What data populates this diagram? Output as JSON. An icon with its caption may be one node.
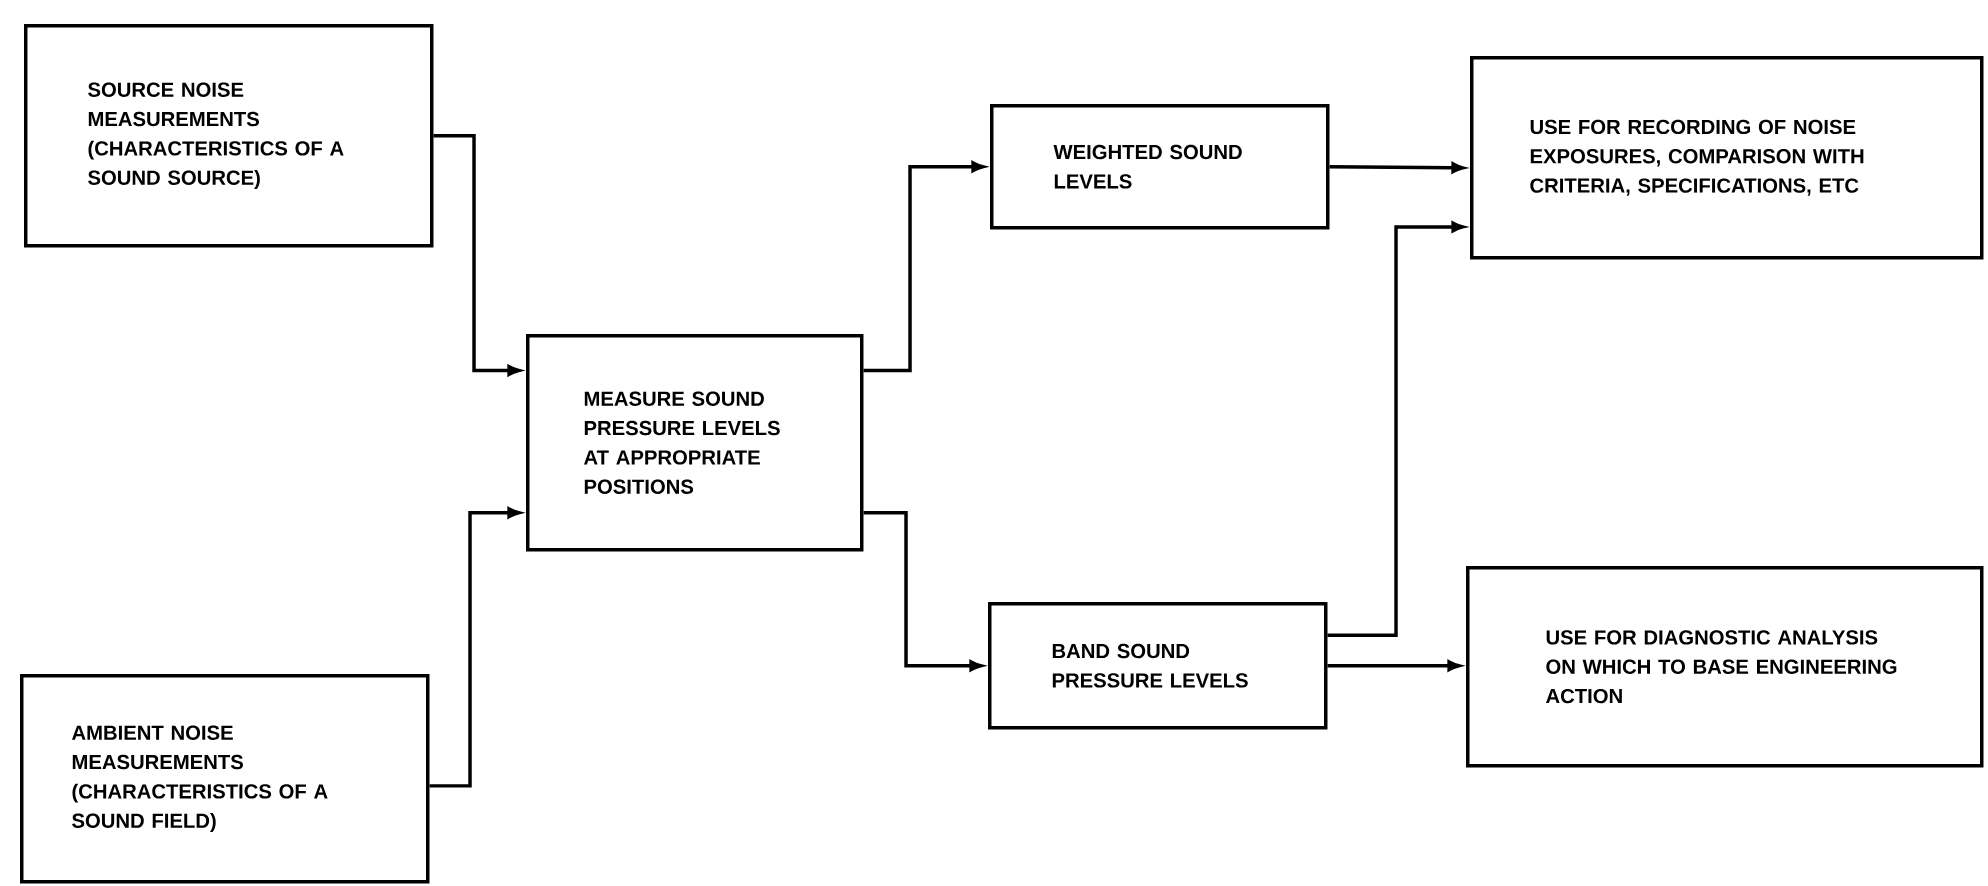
{
  "diagram": {
    "nodes": [
      {
        "text": [
          "SOURCE NOISE MEASUREMENTS (CHARACTERISTICS OF A SOUND SOURCE)"
        ]
      },
      {
        "text": [
          "AMBIENT NOISE MEASUREMENTS (CHARACTERISTICS OF A SOUND FIELD)"
        ]
      },
      {
        "text": [
          "MEASURE SOUND PRESSURE LEVELS AT APPROPRIATE POSITIONS"
        ]
      },
      {
        "text": [
          "WEIGHTED SOUND LEVELS"
        ]
      },
      {
        "text": [
          "BAND SOUND PRESSURE LEVELS"
        ]
      },
      {
        "text": [
          "USE FOR RECORDING OF NOISE EXPOSURES, COMPARISON WITH CRITERIA, SPECIFICATIONS, ETC"
        ]
      },
      {
        "text": [
          "USE FOR DIAGNOSTIC ANALYSIS ON WHICH TO BASE ENGINEERING ACTION"
        ]
      }
    ],
    "edges": [
      {
        "from": 0,
        "to": 2,
        "arrow": "to"
      },
      {
        "from": 1,
        "to": 2,
        "arrow": "to"
      },
      {
        "from": 2,
        "to": 3,
        "arrow": "to"
      },
      {
        "from": 2,
        "to": 4,
        "arrow": "to"
      },
      {
        "from": 3,
        "to": 5,
        "arrow": "to"
      },
      {
        "from": 4,
        "to": 5,
        "arrow": "to"
      },
      {
        "from": 4,
        "to": 6,
        "arrow": "to"
      }
    ]
  }
}
